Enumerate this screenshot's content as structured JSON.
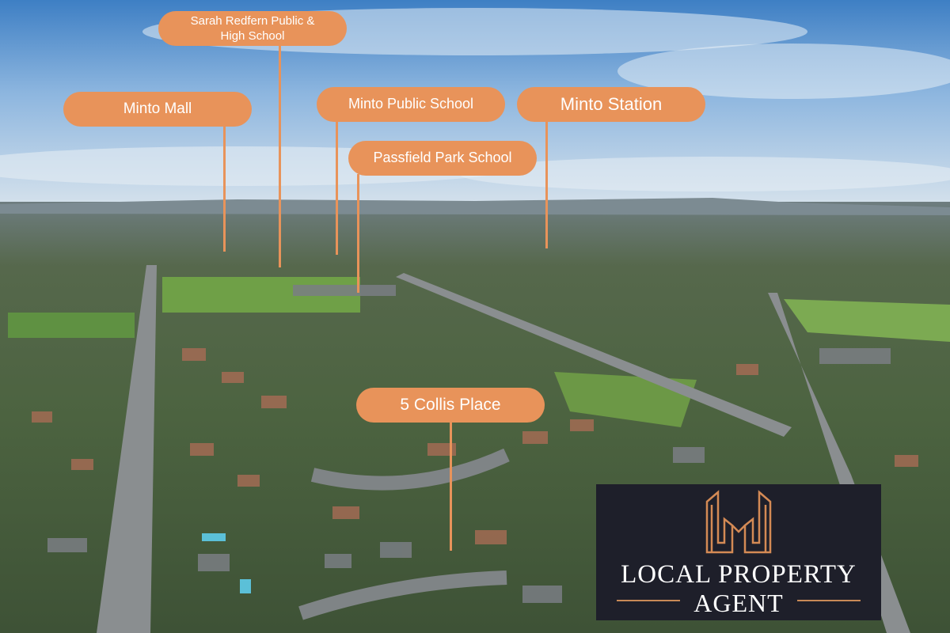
{
  "labels": {
    "minto_mall": "Minto Mall",
    "sarah_redfern": "Sarah Redfern Public & High School",
    "minto_public": "Minto Public School",
    "minto_station": "Minto Station",
    "passfield_park": "Passfield Park School",
    "property": "5 Collis Place"
  },
  "logo": {
    "line1": "LOCAL PROPERTY",
    "line2": "AGENT"
  },
  "colors": {
    "label_bg": "#E8935A",
    "logo_bg": "#1E1F2A",
    "logo_accent": "#C98A57"
  }
}
